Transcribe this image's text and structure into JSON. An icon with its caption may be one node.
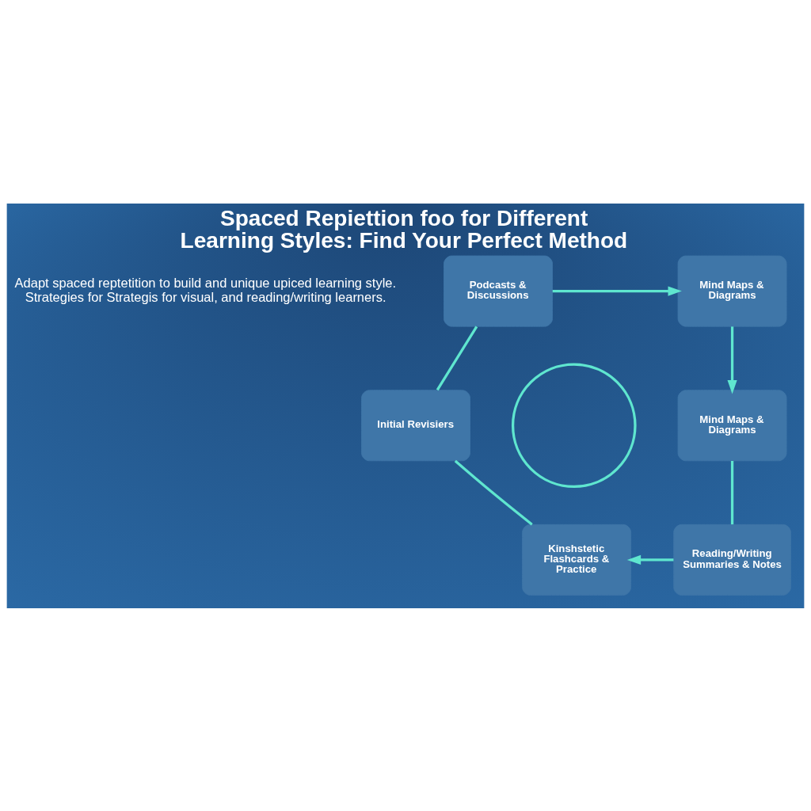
{
  "diagram": {
    "title": "Spaced Repiettion foo for Different Learning Styles: Find Your Perfect Method",
    "nodes": [
      {
        "text": [
          "Podcasts & Discussions"
        ]
      },
      {
        "text": [
          "Mind Maps & Diagrams"
        ]
      },
      {
        "text": [],
        "shape": "circle"
      },
      {
        "text": [
          "Initial Revisiers"
        ]
      },
      {
        "text": [
          "Mind Maps & Diagrams"
        ]
      },
      {
        "text": [
          "Kinshstetic Flashcards & Practice"
        ]
      },
      {
        "text": [
          "Reading/Writing Summaries & Notes"
        ]
      }
    ],
    "edges": [
      {
        "from": 0,
        "to": 1,
        "arrow": "to"
      },
      {
        "from": 1,
        "to": 4,
        "arrow": "to"
      },
      {
        "from": 4,
        "to": 6,
        "arrow": "none"
      },
      {
        "from": 6,
        "to": 5,
        "arrow": "to"
      },
      {
        "from": 5,
        "to": 3,
        "arrow": "none"
      },
      {
        "from": 3,
        "to": 0,
        "arrow": "none"
      }
    ],
    "labels": [
      "Adapt spaced reptetition to build and unique upiced learning style. Strategies for Strategis for visual, and reading/writing learners."
    ]
  }
}
